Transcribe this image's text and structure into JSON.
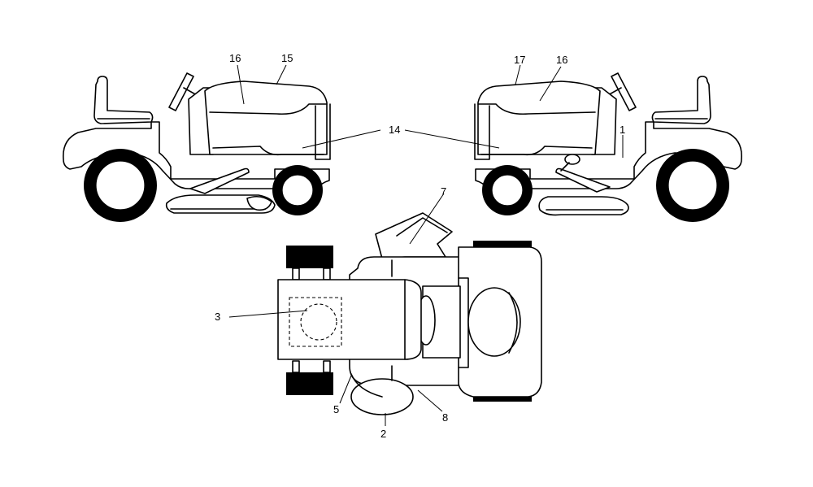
{
  "diagram": {
    "callouts": {
      "left_16": "16",
      "left_15": "15",
      "right_17": "17",
      "right_16": "16",
      "center_14": "14",
      "right_1": "1",
      "top_7": "7",
      "top_3": "3",
      "top_5": "5",
      "top_2": "2",
      "top_8": "8"
    }
  }
}
